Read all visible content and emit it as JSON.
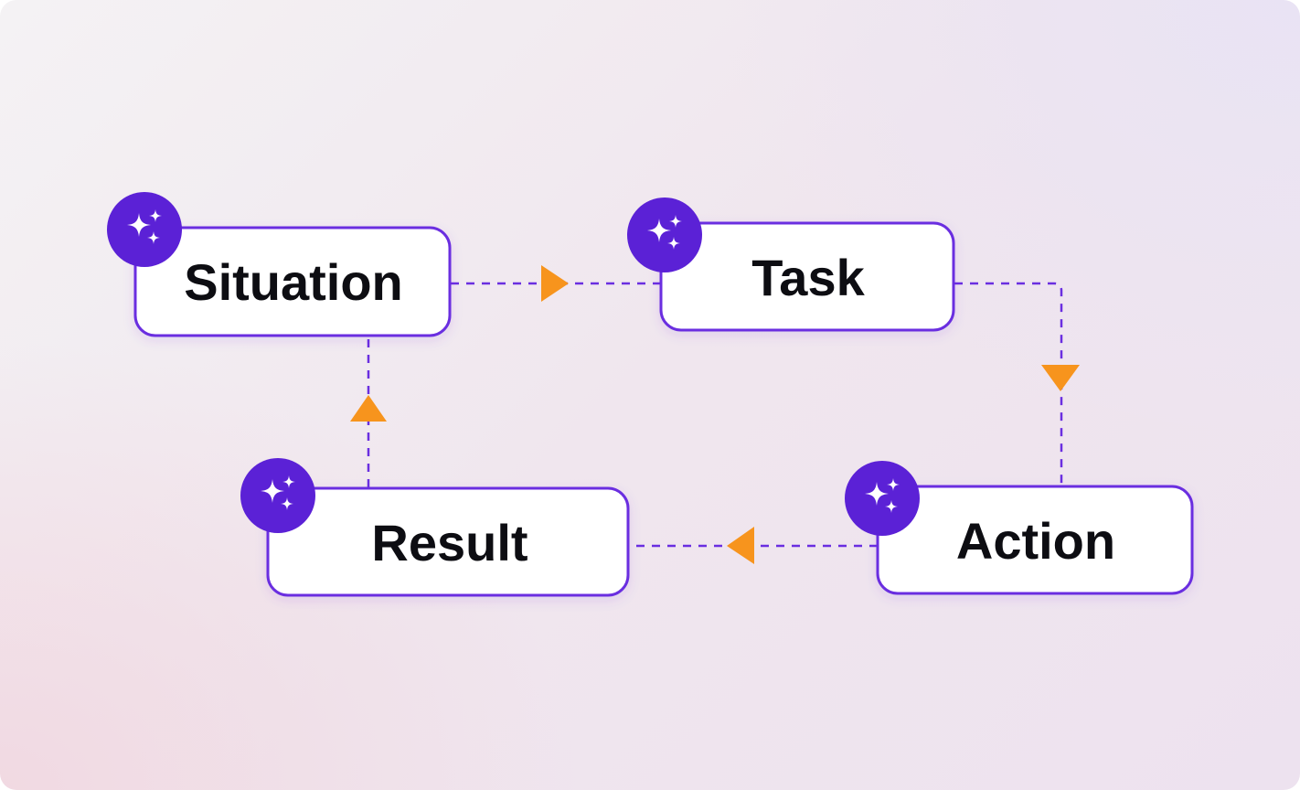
{
  "diagram": {
    "nodes": {
      "situation": {
        "label": "Situation",
        "icon": "sparkles-icon"
      },
      "task": {
        "label": "Task",
        "icon": "sparkles-icon"
      },
      "action": {
        "label": "Action",
        "icon": "sparkles-icon"
      },
      "result": {
        "label": "Result",
        "icon": "sparkles-icon"
      }
    },
    "flow": [
      "Situation",
      "Task",
      "Action",
      "Result",
      "Situation"
    ],
    "colors": {
      "node_border": "#6a2ee0",
      "icon_badge": "#5b21d6",
      "connector": "#6a2ee0",
      "arrow": "#f7941d",
      "text": "#0d0d12"
    }
  }
}
